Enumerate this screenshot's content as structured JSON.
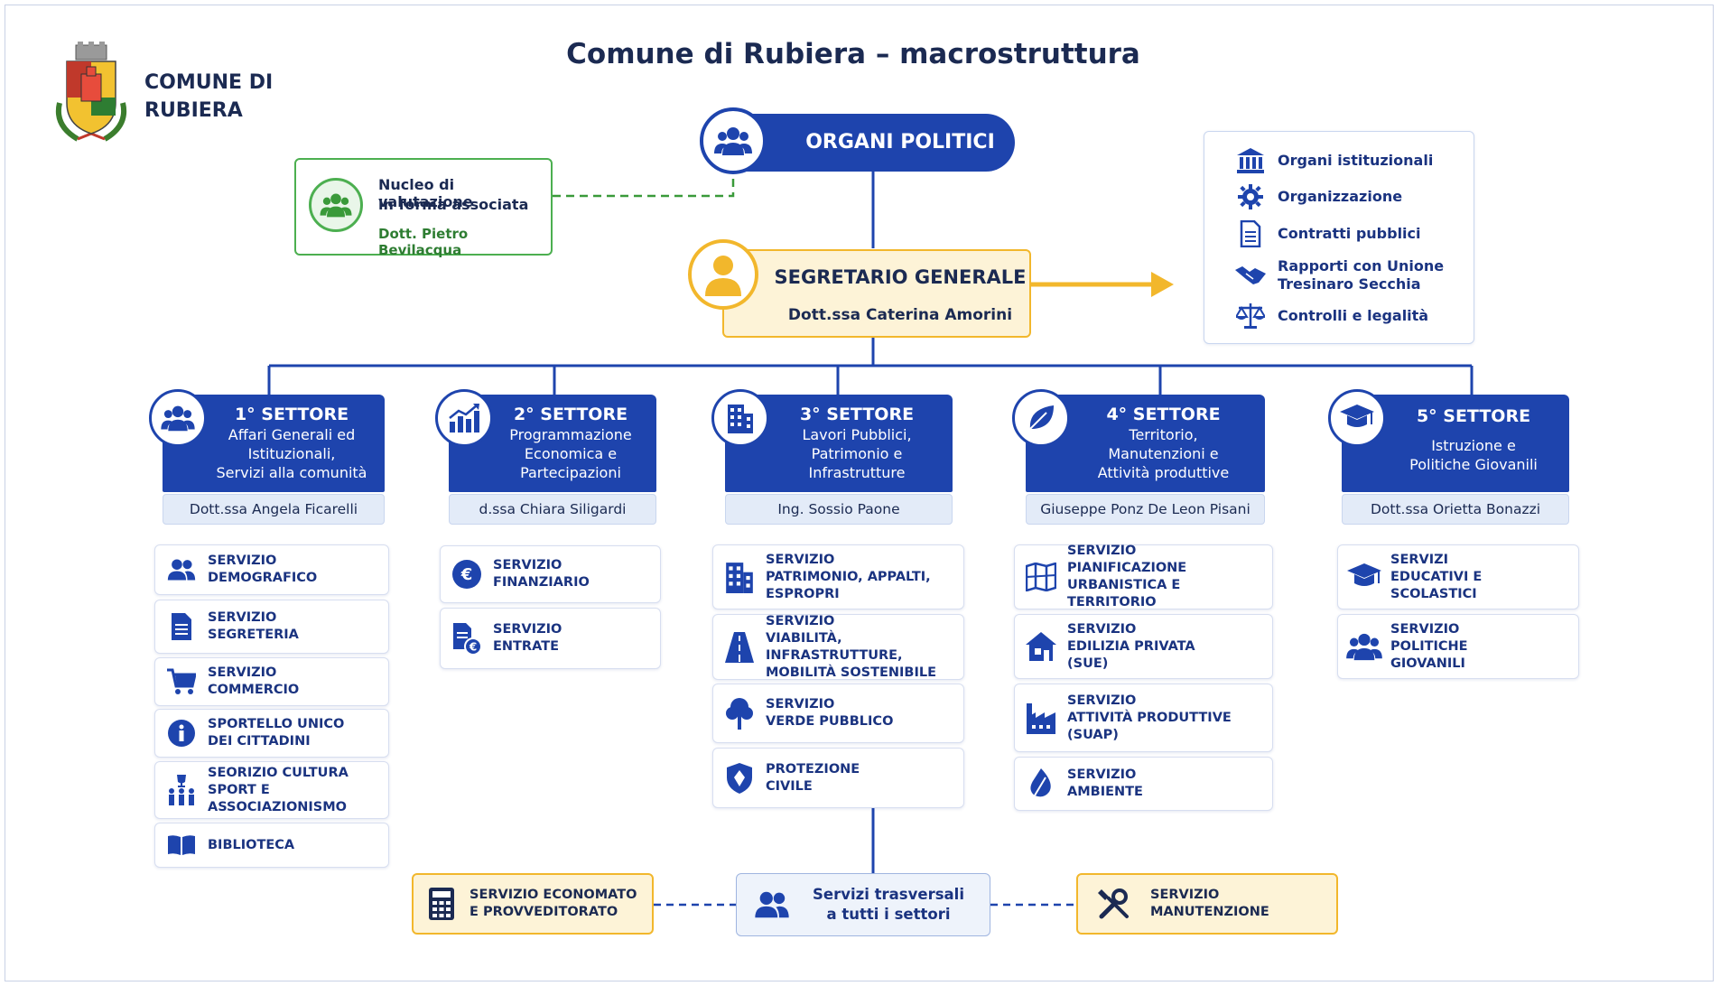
{
  "header": {
    "logo_text": "COMUNE DI\nRUBIERA",
    "title": "Comune di Rubiera – macrostruttura"
  },
  "organi": {
    "label": "ORGANI POLITICI"
  },
  "nucleo": {
    "line1": "Nucleo di valutazione",
    "line2": "in forma associata",
    "name": "Dott. Pietro Bevilacqua"
  },
  "segretario": {
    "title": "SEGRETARIO GENERALE",
    "name": "Dott.ssa Caterina Amorini"
  },
  "segretario_functions": [
    {
      "icon": "institution-icon",
      "label": "Organi istituzionali"
    },
    {
      "icon": "gear-icon",
      "label": "Organizzazione"
    },
    {
      "icon": "document-icon",
      "label": "Contratti pubblici"
    },
    {
      "icon": "handshake-icon",
      "label": "Rapporti con Unione\nTresinaro Secchia"
    },
    {
      "icon": "scales-icon",
      "label": "Controlli e legalità"
    }
  ],
  "sectors": [
    {
      "num": "1° SETTORE",
      "sub": "Affari Generali ed\nIstituzionali,\nServizi alla comunità",
      "head": "Dott.ssa Angela Ficarelli",
      "icon": "people-icon",
      "services": [
        {
          "icon": "people-icon",
          "label": "SERVIZIO\nDEMOGRAFICO"
        },
        {
          "icon": "document-icon",
          "label": "SERVIZIO\nSEGRETERIA"
        },
        {
          "icon": "cart-icon",
          "label": "SERVIZIO\nCOMMERCIO"
        },
        {
          "icon": "info-icon",
          "label": "SPORTELLO UNICO\nDEI CITTADINI"
        },
        {
          "icon": "trophy-people-icon",
          "label": "SEORIZIO CULTURA\nSPORT E\nASSOCIAZIONISMO"
        },
        {
          "icon": "book-icon",
          "label": "BIBLIOTECA"
        }
      ]
    },
    {
      "num": "2° SETTORE",
      "sub": "Programmazione\nEconomica e\nPartecipazioni",
      "head": "d.ssa Chiara Siligardi",
      "icon": "chart-icon",
      "services": [
        {
          "icon": "euro-icon",
          "label": "SERVIZIO\nFINANZIARIO"
        },
        {
          "icon": "document-euro-icon",
          "label": "SERVIZIO\nENTRATE"
        }
      ]
    },
    {
      "num": "3° SETTORE",
      "sub": "Lavori Pubblici,\nPatrimonio e\nInfrastrutture",
      "head": "Ing. Sossio Paone",
      "icon": "building-icon",
      "services": [
        {
          "icon": "building-icon",
          "label": "SERVIZIO\nPATRIMONIO, APPALTI,\nESPROPRI"
        },
        {
          "icon": "road-icon",
          "label": "SERVIZIO\nVIABILITÀ, INFRASTRUTTURE,\nMOBILITÀ SOSTENIBILE"
        },
        {
          "icon": "tree-icon",
          "label": "SERVIZIO\nVERDE PUBBLICO"
        },
        {
          "icon": "shield-icon",
          "label": "PROTEZIONE\nCIVILE"
        }
      ]
    },
    {
      "num": "4° SETTORE",
      "sub": "Territorio,\nManutenzioni e\nAttività produttive",
      "head": "Giuseppe Ponz De Leon Pisani",
      "icon": "leaf-icon",
      "services": [
        {
          "icon": "map-icon",
          "label": "SERVIZIO\nPIANIFICAZIONE\nURBANISTICA E TERRITORIO"
        },
        {
          "icon": "house-icon",
          "label": "SERVIZIO\nEDILIZIA PRIVATA\n(SUE)"
        },
        {
          "icon": "factory-icon",
          "label": "SERVIZIO\nATTIVITÀ PRODUTTIVE\n(SUAP)"
        },
        {
          "icon": "leaf-drop-icon",
          "label": "SERVIZIO\nAMBIENTE"
        }
      ]
    },
    {
      "num": "5° SETTORE",
      "sub": "Istruzione e\nPolitiche Giovanili",
      "head": "Dott.ssa Orietta Bonazzi",
      "icon": "graduation-cap-icon",
      "services": [
        {
          "icon": "graduation-cap-icon",
          "label": "SERVIZI\nEDUCATIVI E\nSCOLASTICI"
        },
        {
          "icon": "people-icon",
          "label": "SERVIZIO\nPOLITICHE\nGIOVANILI"
        }
      ]
    }
  ],
  "transversal": {
    "left": "SERVIZIO ECONOMATO\nE PROVVEDITORATO",
    "center": "Servizi trasversali\na tutti i settori",
    "right": "SERVIZIO\nMANUTENZIONE"
  },
  "colors": {
    "primary": "#1e44ad",
    "green": "#3a9a3a",
    "amber": "#f2b72c",
    "light_amber": "#fdf3d7",
    "light_blue": "#e3ebf8"
  }
}
